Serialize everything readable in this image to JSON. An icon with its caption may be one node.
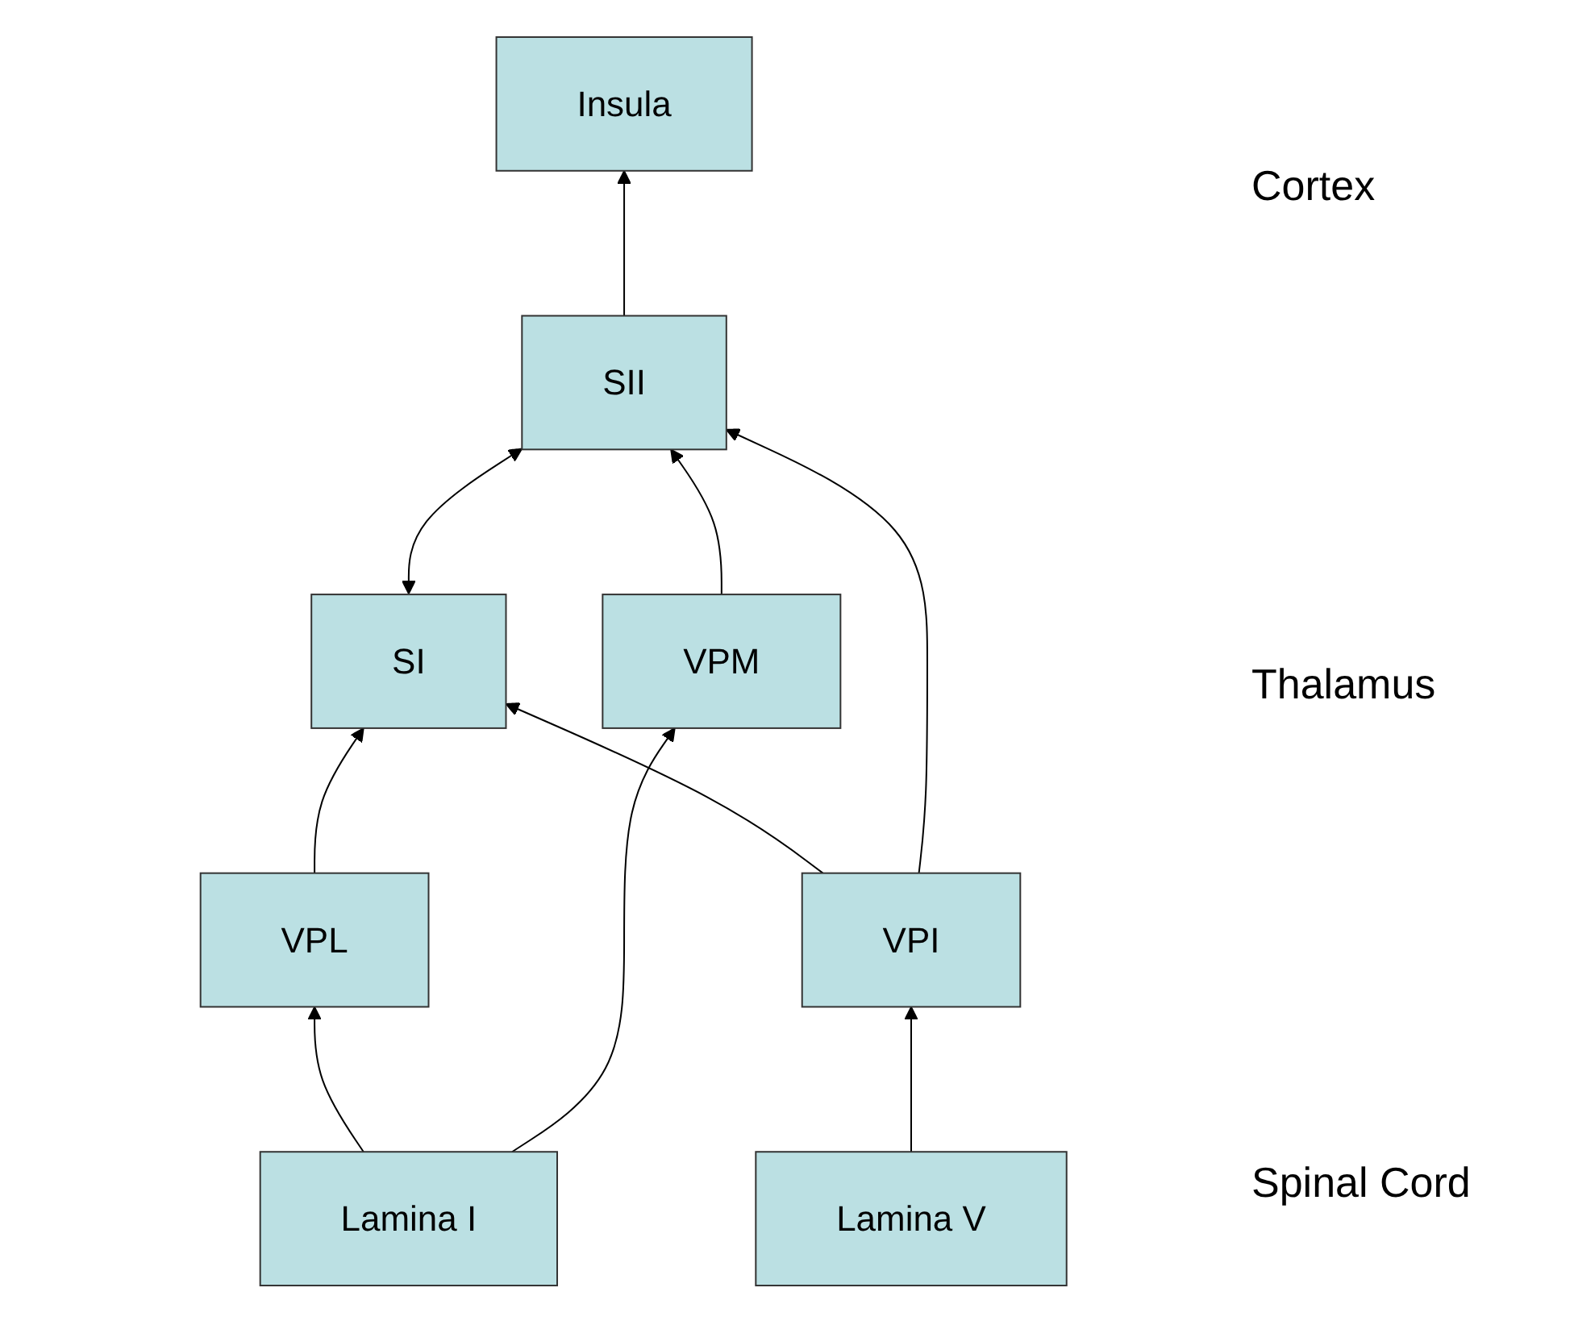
{
  "diagram": {
    "nodes": [
      {
        "text": [
          "Insula"
        ]
      },
      {
        "text": [
          "SI"
        ]
      },
      {
        "text": [
          "SII"
        ]
      },
      {
        "text": [
          "VPL"
        ]
      },
      {
        "text": [
          "VPM"
        ]
      },
      {
        "text": [
          "VPI"
        ]
      },
      {
        "text": [
          "Lamina I"
        ]
      },
      {
        "text": [
          "Lamina V"
        ]
      }
    ],
    "edges": [
      {
        "from": 2,
        "to": 0,
        "arrow": "to"
      },
      {
        "from": 1,
        "to": 2,
        "arrow": "both"
      },
      {
        "from": 3,
        "to": 1,
        "arrow": "to"
      },
      {
        "from": 4,
        "to": 2,
        "arrow": "to"
      },
      {
        "from": 5,
        "to": 1,
        "arrow": "to"
      },
      {
        "from": 5,
        "to": 2,
        "arrow": "to"
      },
      {
        "from": 6,
        "to": 3,
        "arrow": "to"
      },
      {
        "from": 6,
        "to": 4,
        "arrow": "to"
      },
      {
        "from": 7,
        "to": 5,
        "arrow": "to"
      }
    ],
    "labels": [
      "Cortex",
      "Thalamus",
      "Spinal Cord"
    ]
  }
}
